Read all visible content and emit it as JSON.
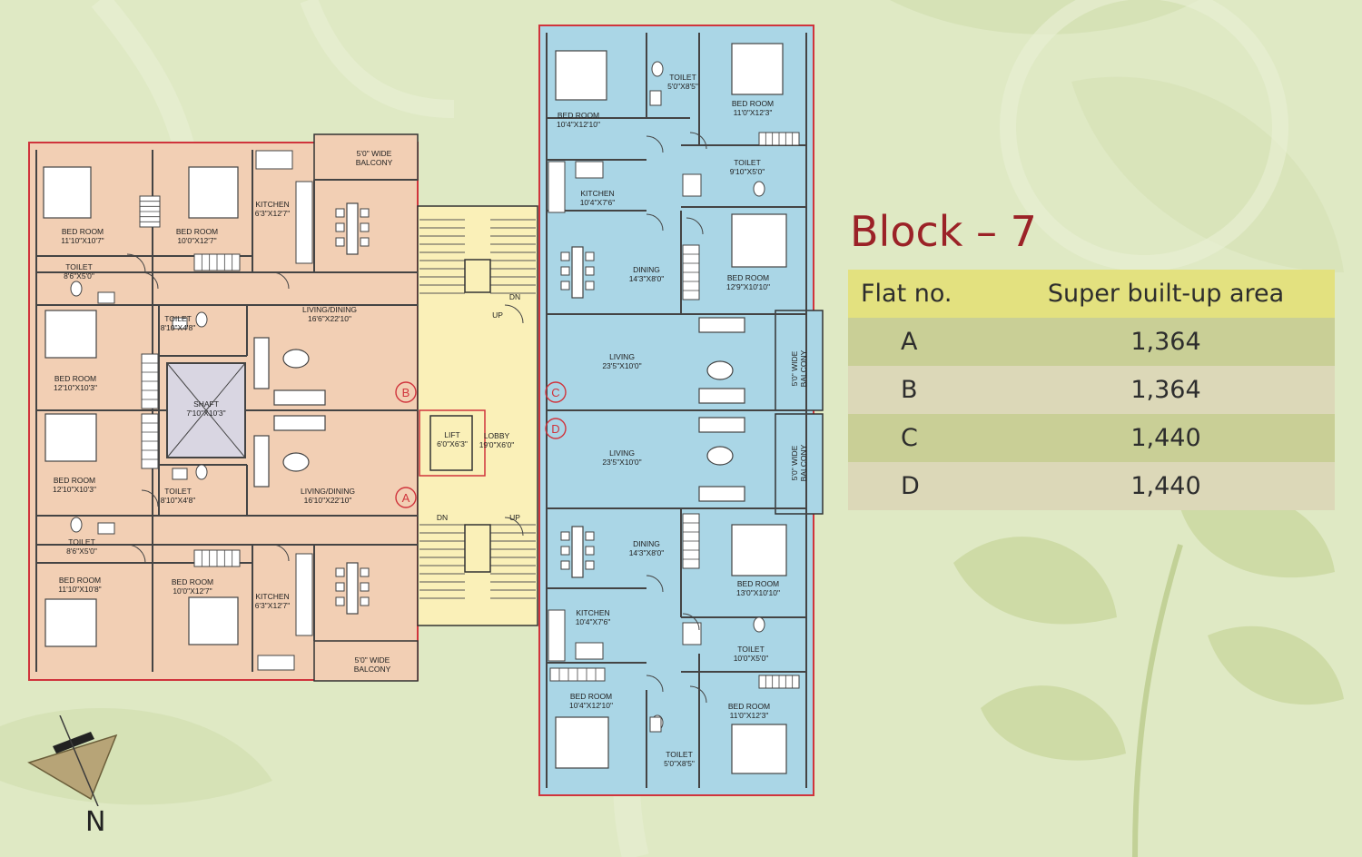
{
  "block_title": "Block – 7",
  "table": {
    "headers": [
      "Flat no.",
      "Super built-up area"
    ],
    "rows": [
      {
        "flat": "A",
        "area": "1,364"
      },
      {
        "flat": "B",
        "area": "1,364"
      },
      {
        "flat": "C",
        "area": "1,440"
      },
      {
        "flat": "D",
        "area": "1,440"
      }
    ]
  },
  "compass": {
    "label": "N",
    "icon": "north-arrow-icon"
  },
  "flat_markers": [
    "A",
    "B",
    "C",
    "D"
  ],
  "colors": {
    "background": "#dfe9c4",
    "flat_ab_fill": "#f2cfb4",
    "flat_cd_fill": "#aad6e6",
    "common_area_fill": "#faf0b8",
    "wall_red": "#d0343c",
    "title_red": "#9b2227",
    "header_yellow": "#e3e17f"
  },
  "rooms": {
    "left": [
      {
        "name": "BED ROOM",
        "dim": "11'10\"X10'7\""
      },
      {
        "name": "BED ROOM",
        "dim": "10'0\"X12'7\""
      },
      {
        "name": "KITCHEN",
        "dim": "6'3\"X12'7\""
      },
      {
        "name": "5'0\" WIDE",
        "dim": "BALCONY"
      },
      {
        "name": "TOILET",
        "dim": "8'6\"X5'0\""
      },
      {
        "name": "TOILET",
        "dim": "8'10\"X4'8\""
      },
      {
        "name": "LIVING/DINING",
        "dim": "16'6\"X22'10\""
      },
      {
        "name": "BED ROOM",
        "dim": "12'10\"X10'3\""
      },
      {
        "name": "SHAFT",
        "dim": "7'10\"X10'3\""
      },
      {
        "name": "BED ROOM",
        "dim": "12'10\"X10'3\""
      },
      {
        "name": "TOILET",
        "dim": "8'10\"X4'8\""
      },
      {
        "name": "LIVING/DINING",
        "dim": "16'10\"X22'10\""
      },
      {
        "name": "TOILET",
        "dim": "8'6\"X5'0\""
      },
      {
        "name": "BED ROOM",
        "dim": "11'10\"X10'8\""
      },
      {
        "name": "BED ROOM",
        "dim": "10'0\"X12'7\""
      },
      {
        "name": "KITCHEN",
        "dim": "6'3\"X12'7\""
      },
      {
        "name": "5'0\" WIDE",
        "dim": "BALCONY"
      }
    ],
    "center": [
      {
        "name": "LIFT",
        "dim": "6'0\"X6'3\""
      },
      {
        "name": "LOBBY",
        "dim": "19'0\"X6'0\""
      },
      {
        "name": "DN",
        "dim": ""
      },
      {
        "name": "UP",
        "dim": ""
      },
      {
        "name": "DN",
        "dim": ""
      },
      {
        "name": "UP",
        "dim": ""
      }
    ],
    "right": [
      {
        "name": "BED ROOM",
        "dim": "10'4\"X12'10\""
      },
      {
        "name": "TOILET",
        "dim": "5'0\"X8'5\""
      },
      {
        "name": "BED ROOM",
        "dim": "11'0\"X12'3\""
      },
      {
        "name": "TOILET",
        "dim": "9'10\"X5'0\""
      },
      {
        "name": "KITCHEN",
        "dim": "10'4\"X7'6\""
      },
      {
        "name": "DINING",
        "dim": "14'3\"X8'0\""
      },
      {
        "name": "BED ROOM",
        "dim": "12'9\"X10'10\""
      },
      {
        "name": "LIVING",
        "dim": "23'5\"X10'0\""
      },
      {
        "name": "5'0\" WIDE",
        "dim": "BALCONY"
      },
      {
        "name": "LIVING",
        "dim": "23'5\"X10'0\""
      },
      {
        "name": "5'0\" WIDE",
        "dim": "BALCONY"
      },
      {
        "name": "DINING",
        "dim": "14'3\"X8'0\""
      },
      {
        "name": "BED ROOM",
        "dim": "13'0\"X10'10\""
      },
      {
        "name": "KITCHEN",
        "dim": "10'4\"X7'6\""
      },
      {
        "name": "TOILET",
        "dim": "10'0\"X5'0\""
      },
      {
        "name": "BED ROOM",
        "dim": "10'4\"X12'10\""
      },
      {
        "name": "BED ROOM",
        "dim": "11'0\"X12'3\""
      },
      {
        "name": "TOILET",
        "dim": "5'0\"X8'5\""
      }
    ]
  }
}
